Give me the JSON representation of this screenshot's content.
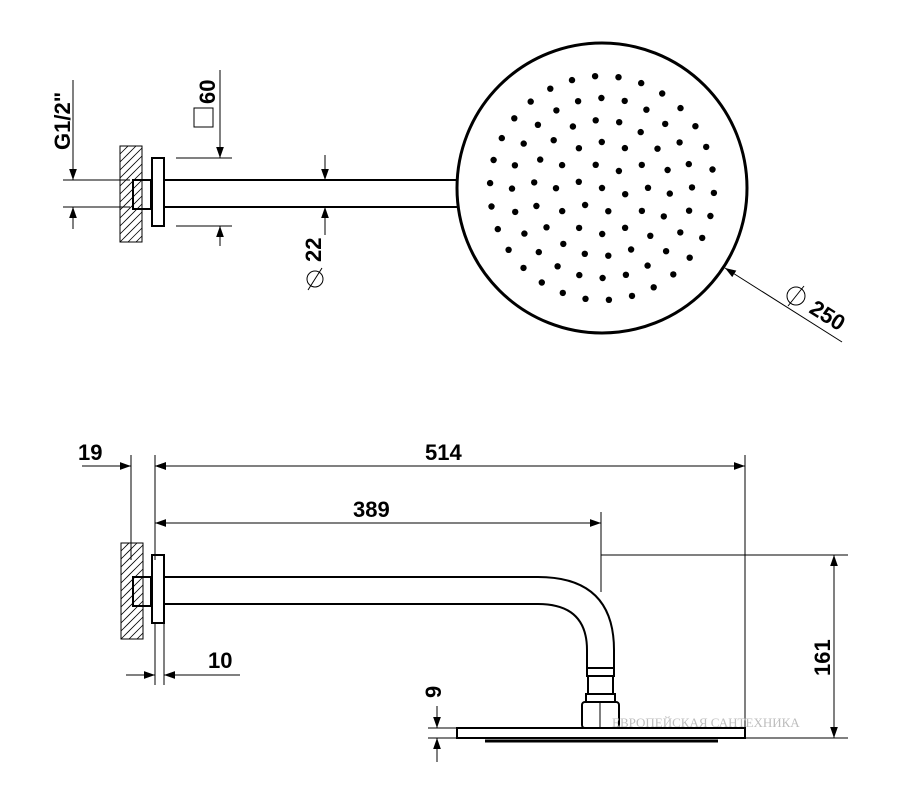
{
  "colors": {
    "ink": "#000000",
    "background": "#ffffff",
    "watermark": "#bdbdbd"
  },
  "top_view": {
    "thread_label": "G1/2\"",
    "square_label": "60",
    "arm_diameter_label": "22",
    "head_diameter_label": "250"
  },
  "side_view": {
    "wall_plate_depth_label": "19",
    "total_length_label": "514",
    "arm_length_label": "389",
    "flange_offset_label": "10",
    "head_thickness_label": "9",
    "total_height_label": "161"
  },
  "watermark": {
    "text": "ЕВРОПЕЙСКАЯ САНТЕХНИКА"
  }
}
